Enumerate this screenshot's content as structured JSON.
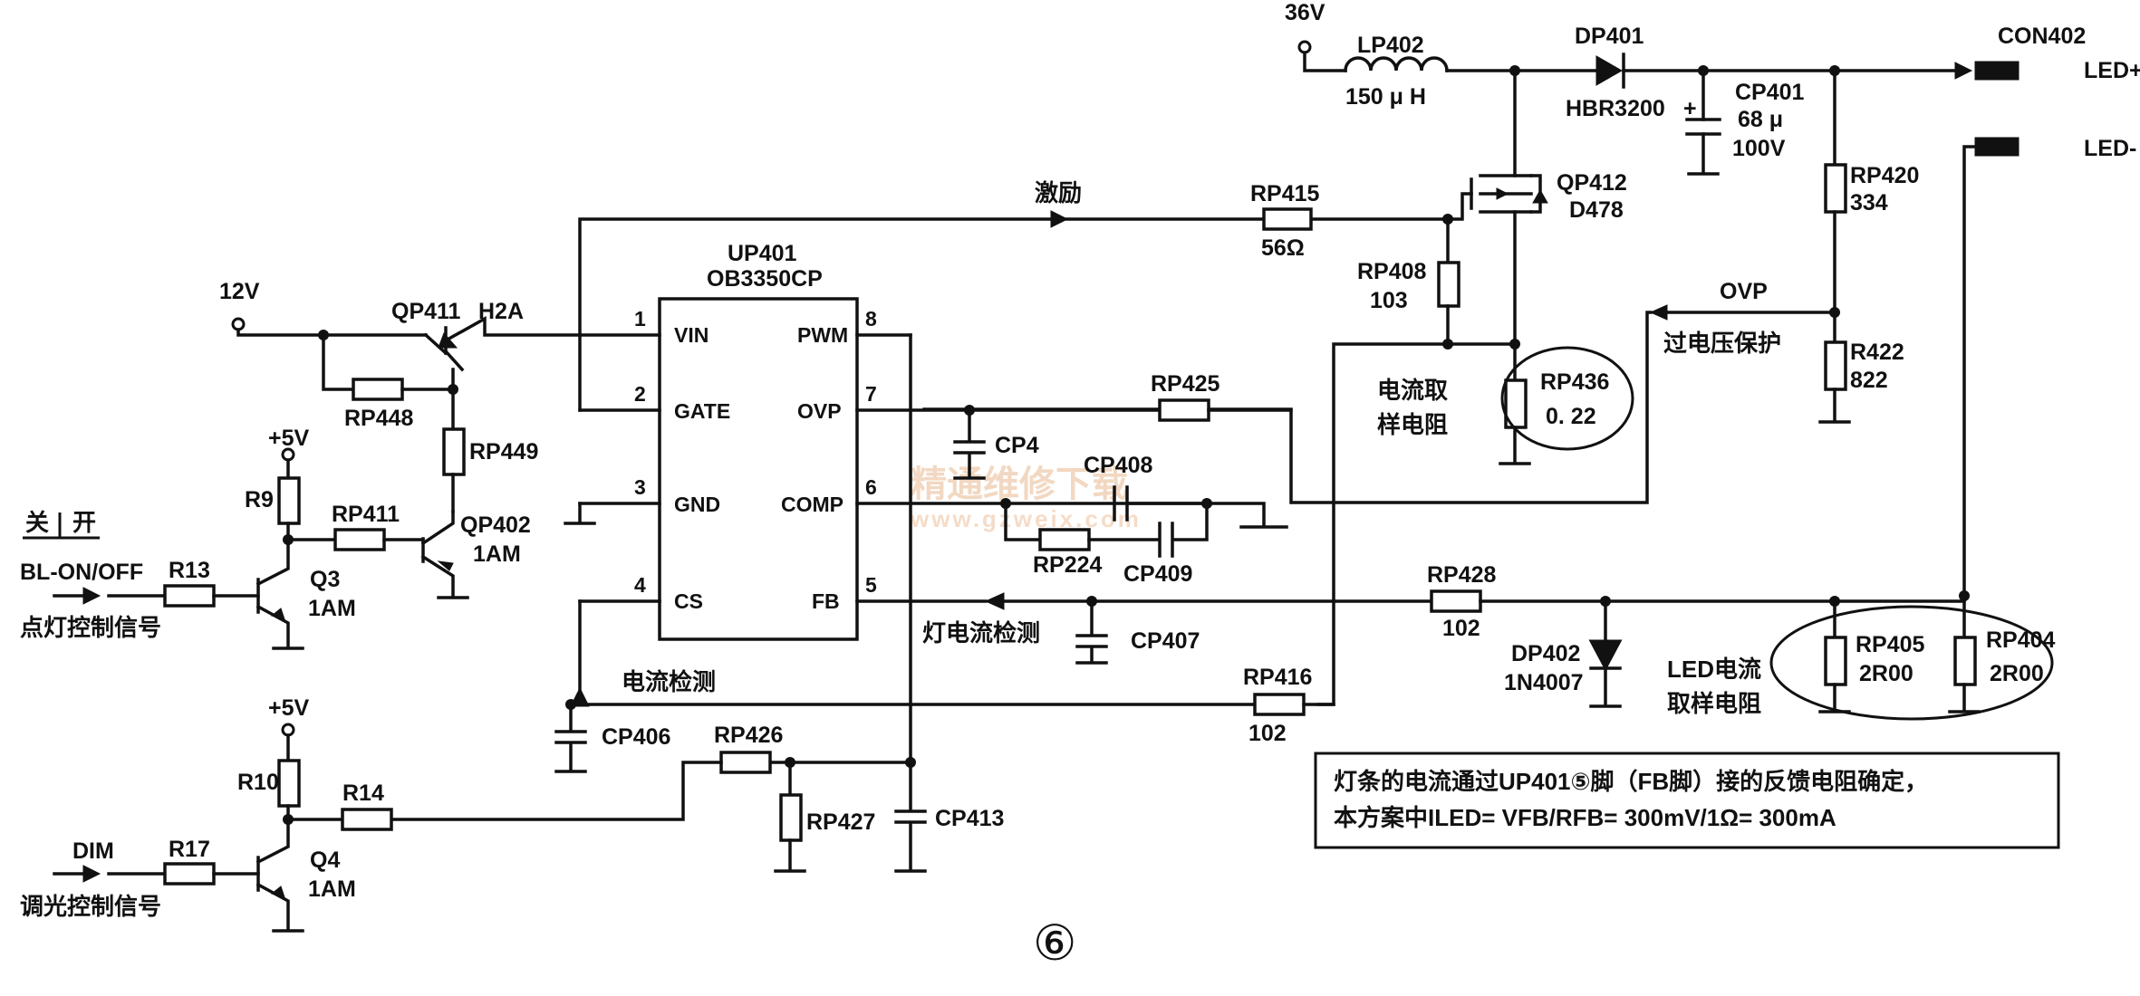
{
  "supplies": {
    "v36": "36V",
    "v12": "12V",
    "v5a": "+5V",
    "v5b": "+5V"
  },
  "ic": {
    "ref": "UP401",
    "part": "OB3350CP",
    "pins": [
      {
        "num": "1",
        "name": "VIN"
      },
      {
        "num": "2",
        "name": "GATE"
      },
      {
        "num": "3",
        "name": "GND"
      },
      {
        "num": "4",
        "name": "CS"
      },
      {
        "num": "8",
        "name": "PWM"
      },
      {
        "num": "7",
        "name": "OVP"
      },
      {
        "num": "6",
        "name": "COMP"
      },
      {
        "num": "5",
        "name": "FB"
      }
    ]
  },
  "components": {
    "lp402": {
      "ref": "LP402",
      "value": "150 μ H"
    },
    "dp401": {
      "ref": "DP401",
      "value": "HBR3200"
    },
    "cp401": {
      "ref": "CP401",
      "value": "68 μ",
      "value2": "100V"
    },
    "con402": {
      "ref": "CON402",
      "pos": "LED+",
      "neg": "LED-"
    },
    "qp412": {
      "ref": "QP412",
      "value": "D478"
    },
    "rp415": {
      "ref": "RP415",
      "value": "56Ω"
    },
    "rp408": {
      "ref": "RP408",
      "value": "103"
    },
    "rp436": {
      "ref": "RP436",
      "value": "0. 22"
    },
    "rp420": {
      "ref": "RP420",
      "value": "334"
    },
    "r422": {
      "ref": "R422",
      "value": "822"
    },
    "qp411": {
      "ref": "QP411",
      "value": "H2A"
    },
    "rp448": {
      "ref": "RP448"
    },
    "rp449": {
      "ref": "RP449"
    },
    "r9": {
      "ref": "R9"
    },
    "rp411": {
      "ref": "RP411"
    },
    "qp402": {
      "ref": "QP402",
      "value": "1AM"
    },
    "r13": {
      "ref": "R13"
    },
    "q3": {
      "ref": "Q3",
      "value": "1AM"
    },
    "rp425": {
      "ref": "RP425"
    },
    "cp4": {
      "ref": "CP4"
    },
    "cp408": {
      "ref": "CP408"
    },
    "rp224": {
      "ref": "RP224"
    },
    "cp409": {
      "ref": "CP409"
    },
    "rp428": {
      "ref": "RP428",
      "value": "102"
    },
    "cp407": {
      "ref": "CP407"
    },
    "dp402": {
      "ref": "DP402",
      "value": "1N4007"
    },
    "rp405": {
      "ref": "RP405",
      "value": "2R00"
    },
    "rp404": {
      "ref": "RP404",
      "value": "2R00"
    },
    "rp416": {
      "ref": "RP416",
      "value": "102"
    },
    "cp406": {
      "ref": "CP406"
    },
    "r10": {
      "ref": "R10"
    },
    "r14": {
      "ref": "R14"
    },
    "rp426": {
      "ref": "RP426"
    },
    "rp427": {
      "ref": "RP427"
    },
    "cp413": {
      "ref": "CP413"
    },
    "r17": {
      "ref": "R17"
    },
    "q4": {
      "ref": "Q4",
      "value": "1AM"
    }
  },
  "labels": {
    "excite": "激励",
    "ovp": "OVP",
    "ovp_protect": "过电压保护",
    "current_sample_1": "电流取",
    "current_sample_2": "样电阻",
    "led_sample_1": "LED电流",
    "led_sample_2": "取样电阻",
    "lamp_current_detect": "灯电流检测",
    "current_detect": "电流检测",
    "switch_off": "关",
    "switch_on": "开",
    "bl_onoff": "BL-ON/OFF",
    "bl_desc": "点灯控制信号",
    "dim": "DIM",
    "dim_desc": "调光控制信号",
    "note_line1": "灯条的电流通过UP401⑤脚（FB脚）接的反馈电阻确定，",
    "note_line2": "本方案中ILED= VFB/RFB= 300mV/1Ω= 300mA",
    "figure_number": "⑥",
    "watermark": "精通维修下载",
    "watermark_url": "www.gzweix.com"
  }
}
